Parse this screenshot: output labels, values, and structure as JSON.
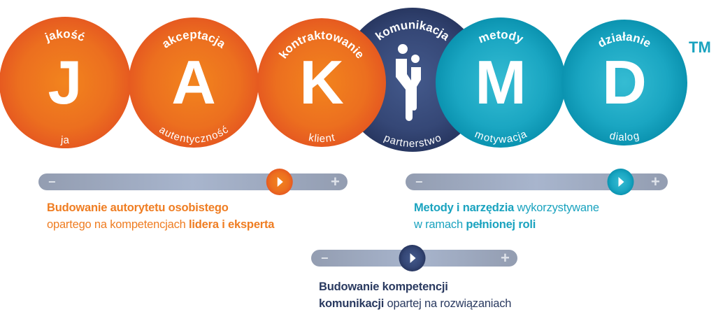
{
  "trademark": "TM",
  "circles": [
    {
      "id": "komunikacja",
      "top": "komunikacja",
      "bottom": "partnerstwo",
      "letter": "",
      "icon": "people-icon",
      "theme": "navy"
    },
    {
      "id": "jakosc",
      "top": "jakość",
      "bottom": "ja",
      "letter": "J",
      "theme": "orange"
    },
    {
      "id": "akceptacja",
      "top": "akceptacja",
      "bottom": "autentyczność",
      "letter": "A",
      "theme": "orange"
    },
    {
      "id": "kontraktowanie",
      "top": "kontraktowanie",
      "bottom": "klient",
      "letter": "K",
      "theme": "orange"
    },
    {
      "id": "metody",
      "top": "metody",
      "bottom": "motywacja",
      "letter": "M",
      "theme": "teal"
    },
    {
      "id": "dzialanie",
      "top": "działanie",
      "bottom": "dialog",
      "letter": "D",
      "theme": "teal"
    }
  ],
  "colors": {
    "orange": "#ef7d22",
    "teal": "#1aa3bf",
    "navy": "#2a3a60",
    "track": "#959fb3"
  },
  "sliders": [
    {
      "id": "autorytet",
      "value": 0.78,
      "theme": "orange",
      "minus": "−",
      "plus": "+"
    },
    {
      "id": "metody",
      "value": 0.82,
      "theme": "teal",
      "minus": "−",
      "plus": "+"
    },
    {
      "id": "komunikacja",
      "value": 0.49,
      "theme": "navy",
      "minus": "−",
      "plus": "+"
    }
  ],
  "descriptions": [
    {
      "lines": [
        [
          {
            "t": "Budowanie autorytetu osobistego",
            "b": true
          }
        ],
        [
          {
            "t": "opartego na kompetencjach ",
            "b": false
          },
          {
            "t": "lidera i eksperta",
            "b": true
          }
        ]
      ]
    },
    {
      "lines": [
        [
          {
            "t": "Metody i narzędzia",
            "b": true
          },
          {
            "t": " wykorzystywane",
            "b": false
          }
        ],
        [
          {
            "t": "w ramach ",
            "b": false
          },
          {
            "t": "pełnionej roli",
            "b": true
          }
        ]
      ]
    },
    {
      "lines": [
        [
          {
            "t": "Budowanie kompetencji",
            "b": true
          }
        ],
        [
          {
            "t": "komunikacji",
            "b": true
          },
          {
            "t": " opartej na rozwiązaniach",
            "b": false
          }
        ]
      ]
    }
  ]
}
